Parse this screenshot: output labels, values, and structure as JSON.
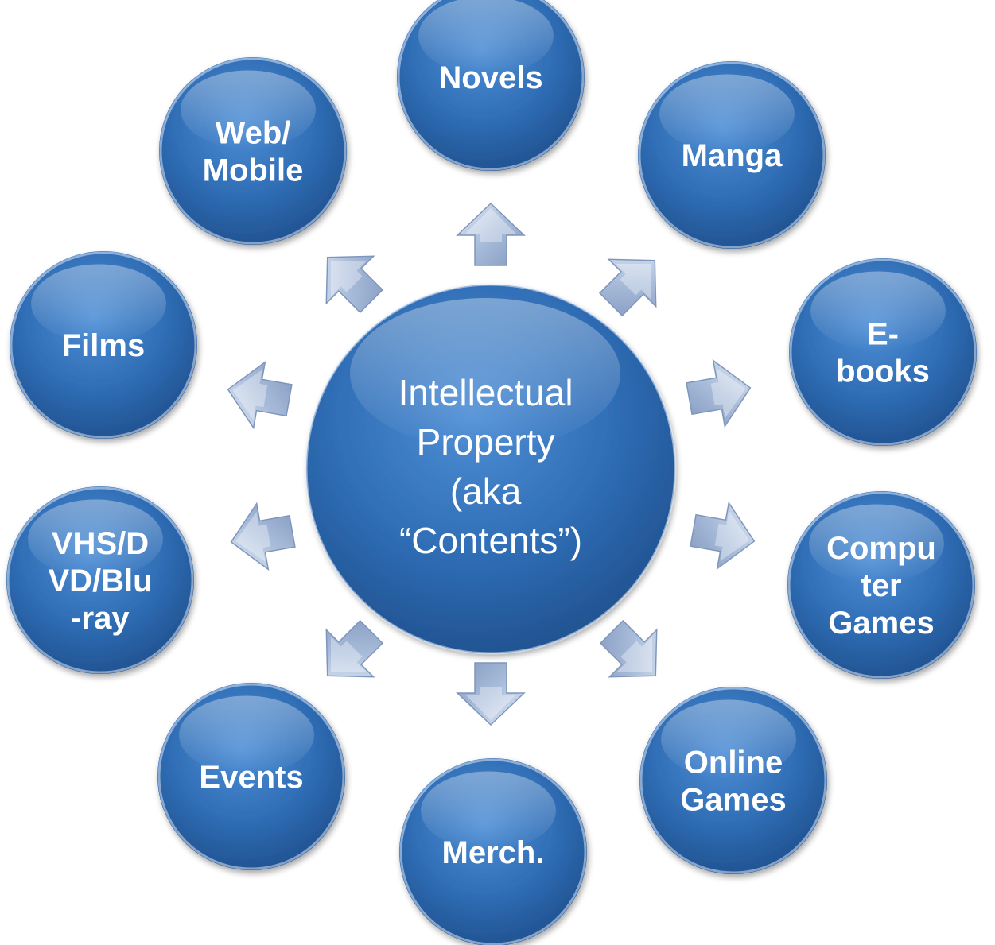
{
  "center": {
    "lines": [
      "Intellectual",
      "Property",
      "(aka",
      "“Contents”)"
    ]
  },
  "nodes": [
    {
      "id": "novels",
      "lines": [
        "Novels"
      ]
    },
    {
      "id": "manga",
      "lines": [
        "Manga"
      ]
    },
    {
      "id": "e-books",
      "lines": [
        "E-",
        "books"
      ]
    },
    {
      "id": "computer-games",
      "lines": [
        "Compu",
        "ter",
        "Games"
      ]
    },
    {
      "id": "online-games",
      "lines": [
        "Online",
        "Games"
      ]
    },
    {
      "id": "merch",
      "lines": [
        "Merch."
      ]
    },
    {
      "id": "events",
      "lines": [
        "Events"
      ]
    },
    {
      "id": "vhs-dvd-bluray",
      "lines": [
        "VHS/D",
        "VD/Blu",
        "-ray"
      ]
    },
    {
      "id": "films",
      "lines": [
        "Films"
      ]
    },
    {
      "id": "web-mobile",
      "lines": [
        "Web/",
        "Mobile"
      ]
    }
  ],
  "colors": {
    "node_fill": "#2f6db5",
    "node_dark": "#1f4f8c",
    "arrow_fill": "#9fb4d3",
    "arrow_highlight": "#dce6f3",
    "text": "#ffffff"
  }
}
